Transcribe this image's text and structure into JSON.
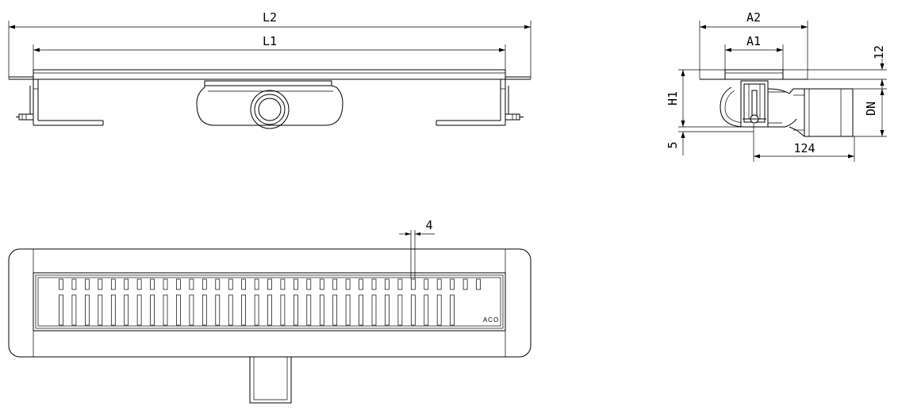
{
  "dimensions": {
    "L2": "L2",
    "L1": "L1",
    "A2": "A2",
    "A1": "A1",
    "top_thickness": "12",
    "H1": "H1",
    "DN": "DN",
    "bottom_offset": "5",
    "outlet_length": "124",
    "slot_gap": "4"
  },
  "grate": {
    "logo": "ACO",
    "slot_count": 33
  },
  "colors": {
    "line": "#000000",
    "background": "#ffffff"
  }
}
